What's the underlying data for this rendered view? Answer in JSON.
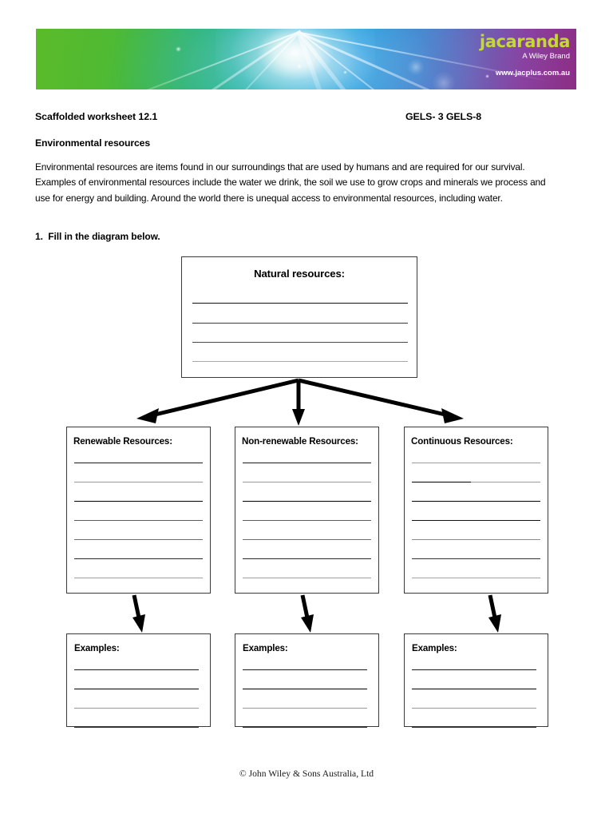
{
  "banner": {
    "logo_name": "jacaranda",
    "logo_tagline": "A Wiley Brand",
    "logo_url": "www.jacplus.com.au",
    "colors": {
      "logo_text": "#c5d92e",
      "gradient_start": "#5bbb29",
      "gradient_mid": "#0fa6c6",
      "gradient_end": "#8c2d84"
    }
  },
  "header": {
    "worksheet_title": "Scaffolded worksheet 12.1",
    "curriculum_code": "GELS- 3 GELS-8",
    "section_heading": "Environmental resources"
  },
  "intro": {
    "paragraph": "Environmental resources are items found in our surroundings that are used by humans and are required for our survival. Examples of environmental resources include the water we drink, the soil we use to grow crops and minerals we process and use for energy and building. Around the world there is unequal access to environmental resources, including water."
  },
  "question": {
    "number": "1.",
    "text": "Fill in the diagram below."
  },
  "diagram": {
    "root": {
      "title": "Natural resources:",
      "line_count": 4
    },
    "categories": [
      {
        "title": "Renewable Resources:",
        "line_count": 7,
        "examples_title": "Examples:",
        "examples_line_count": 4
      },
      {
        "title": "Non-renewable Resources:",
        "line_count": 7,
        "examples_title": "Examples:",
        "examples_line_count": 4
      },
      {
        "title": "Continuous Resources:",
        "line_count": 7,
        "examples_title": "Examples:",
        "examples_line_count": 4
      }
    ]
  },
  "footer": {
    "copyright": "© John Wiley & Sons Australia, Ltd"
  }
}
